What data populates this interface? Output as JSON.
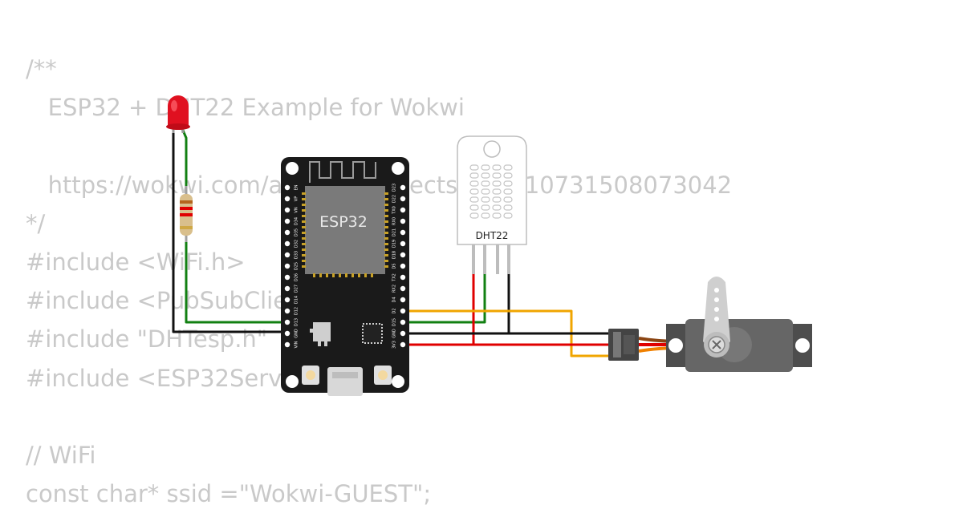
{
  "code_lines": [
    "/**",
    "   ESP32 + DHT22 Example for Wokwi",
    "",
    "   https://wokwi.com/arduino/projects/322410731508073042",
    "*/",
    "#include <WiFi.h>",
    "#include <PubSubClient.h>",
    "#include \"DHTesp.h\"",
    "#include <ESP32Servo.h>",
    "",
    "// WiFi",
    "const char* ssid =\"Wokwi-GUEST\";"
  ],
  "components": {
    "esp32_label": "ESP32",
    "dht22_label": "DHT22",
    "esp32_left_pins": [
      "EN",
      "VP",
      "VN",
      "D34",
      "D35",
      "D32",
      "D33",
      "D25",
      "D26",
      "D27",
      "D14",
      "D12",
      "D13",
      "GND",
      "VIN"
    ],
    "esp32_right_pins": [
      "D23",
      "D22",
      "TX0",
      "RX0",
      "D21",
      "D19",
      "D18",
      "D5",
      "TX2",
      "RX2",
      "D4",
      "D2",
      "D15",
      "GND",
      "3V3"
    ]
  },
  "colors": {
    "wire_green": "#128012",
    "wire_black": "#111111",
    "wire_red": "#e00000",
    "wire_orange": "#f0a500",
    "board": "#1a1a1a",
    "led_red": "#e01020",
    "servo_body": "#5a5a5a"
  }
}
